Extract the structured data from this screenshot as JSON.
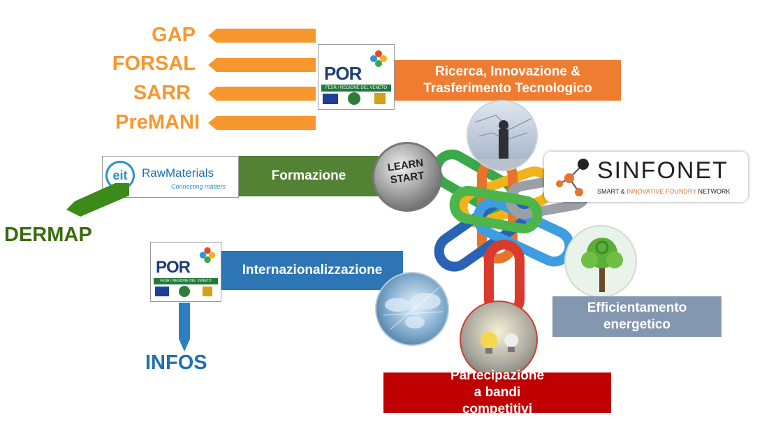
{
  "orange_projects": [
    "GAP",
    "FORSAL",
    "SARR",
    "PreMANI"
  ],
  "boxes": {
    "ricerca": "Ricerca, Innovazione & Trasferimento Tecnologico",
    "formazione": "Formazione",
    "internazionalizzazione": "Internazionalizzazione",
    "efficientamento": "Efficientamento energetico",
    "partecipazione": "Partecipazione a bandi  competitivi"
  },
  "projects": {
    "dermap": "DERMAP",
    "infos": "INFOS"
  },
  "por_logo": {
    "title": "POR",
    "strip": "FESR / REGIONE DEL VENETO"
  },
  "eit_logo": {
    "mark": "eit",
    "name": "RawMaterials",
    "tagline": "Connecting matters"
  },
  "sinfonet_logo": {
    "name": "SINFONET",
    "tagline_1": "SMART & ",
    "tagline_2": "INNOVATIVE FOUNDRY",
    "tagline_3": " NETWORK"
  },
  "button": {
    "line1": "LEARN",
    "line2": "START"
  },
  "colors": {
    "orange": "#f7972f",
    "orange_box": "#ef7d31",
    "green": "#548235",
    "dark_green": "#3c6b0e",
    "blue": "#2e75b6",
    "gray_blue": "#8497b0",
    "red": "#c00000"
  }
}
